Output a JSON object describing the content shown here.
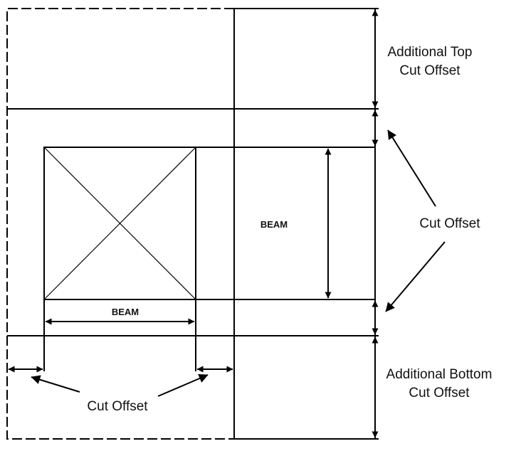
{
  "diagram": {
    "labels": {
      "additional_top_line1": "Additional Top",
      "additional_top_line2": "Cut Offset",
      "cut_offset_right": "Cut Offset",
      "beam_vertical": "BEAM",
      "beam_horizontal": "BEAM",
      "cut_offset_bottom": "Cut Offset",
      "additional_bottom_line1": "Additional Bottom",
      "additional_bottom_line2": "Cut Offset"
    }
  }
}
